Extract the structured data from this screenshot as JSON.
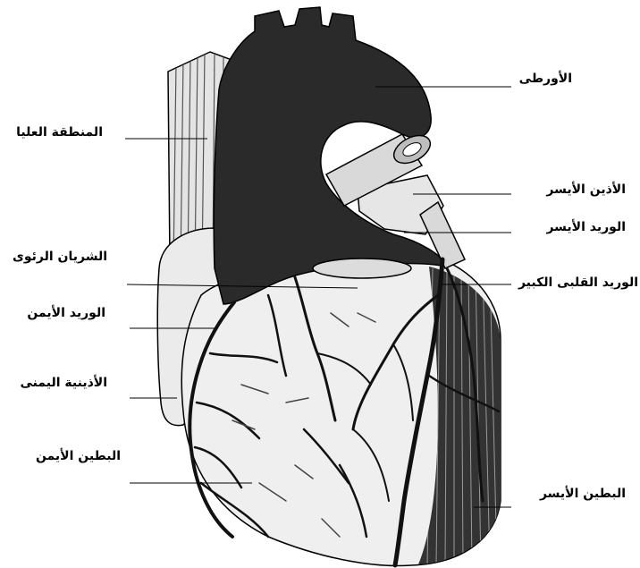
{
  "labels": {
    "upper_region": "المنطقة العليا",
    "pulmonary_artery": "الشريان الرئوى",
    "right_vein": "الوريد الأيمن",
    "right_atrial": "الأذينية اليمنى",
    "right_ventricle": "البطين الأيمن",
    "aorta": "الأورطى",
    "left_atrium": "الأذين الأيسر",
    "left_vein": "الوريد الأيسر",
    "great_cardiac_vein": "الوريد القلبى الكبير",
    "left_ventricle": "البطين الأيسر"
  }
}
